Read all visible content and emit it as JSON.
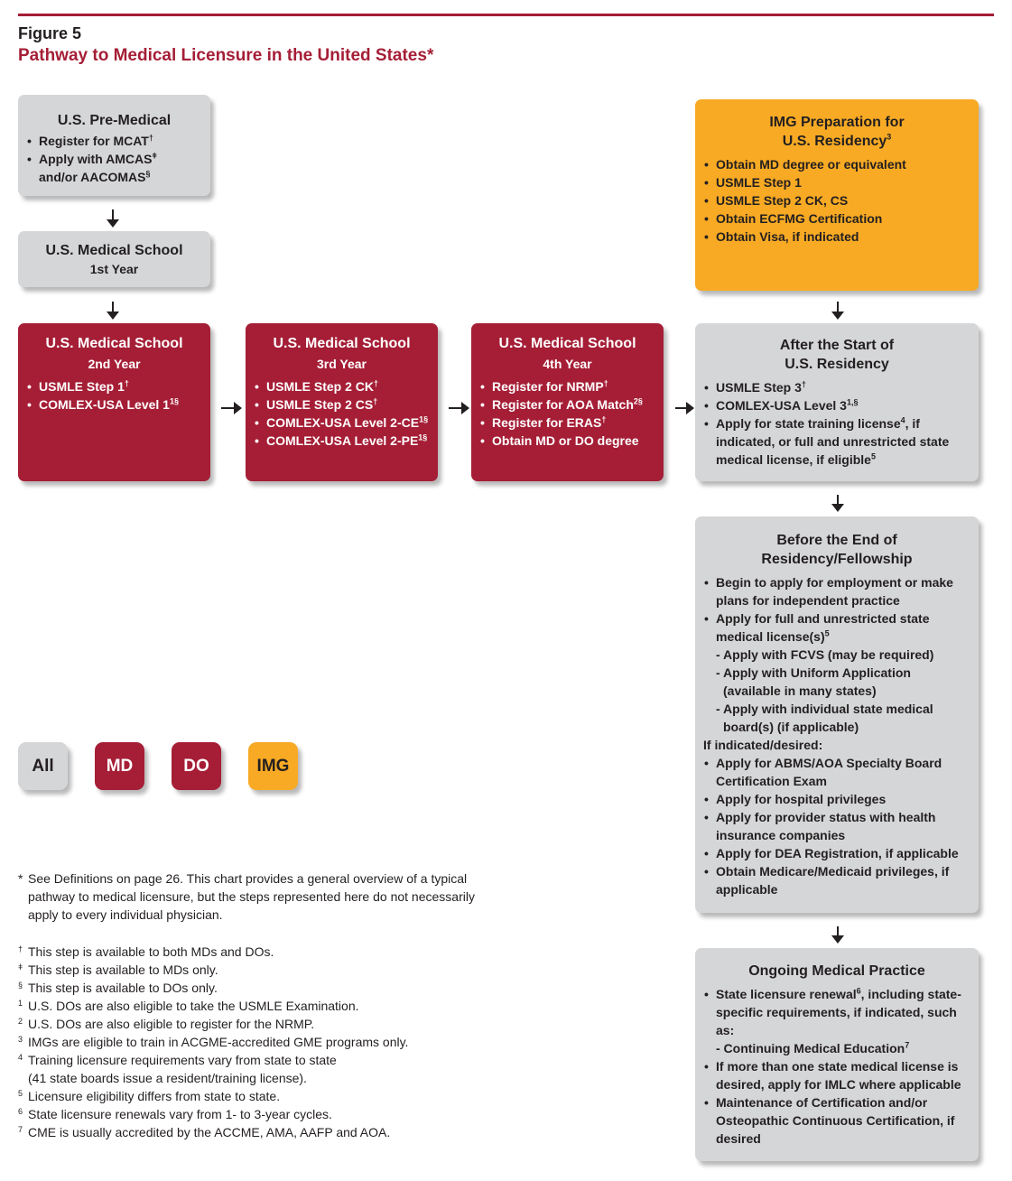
{
  "figure": {
    "label": "Figure 5",
    "title": "Pathway to Medical Licensure in the United States*"
  },
  "colors": {
    "accent_red": "#a51e36",
    "img_orange": "#f8aa24",
    "all_gray": "#d5d6d8"
  },
  "boxes": {
    "pre_medical": {
      "title": "U.S. Pre-Medical",
      "items": [
        "Register for MCAT",
        "Apply with AMCAS",
        "and/or AACOMAS"
      ],
      "marks": [
        "†",
        "ǂ",
        "§"
      ]
    },
    "first_year": {
      "title": "U.S. Medical School",
      "subtitle": "1st Year"
    },
    "second_year": {
      "title": "U.S. Medical School",
      "subtitle": "2nd Year",
      "items": [
        "USMLE Step 1",
        "COMLEX-USA Level 1"
      ],
      "marks": [
        "†",
        "1§"
      ]
    },
    "third_year": {
      "title": "U.S. Medical School",
      "subtitle": "3rd Year",
      "items": [
        "USMLE Step 2 CK",
        "USMLE Step 2 CS",
        "COMLEX-USA Level 2-CE",
        "COMLEX-USA Level 2-PE"
      ],
      "marks": [
        "†",
        "†",
        "1§",
        "1§"
      ]
    },
    "fourth_year": {
      "title": "U.S. Medical School",
      "subtitle": "4th Year",
      "items": [
        "Register for NRMP",
        "Register for AOA Match",
        "Register for ERAS",
        "Obtain MD or DO degree"
      ],
      "marks": [
        "†",
        "2§",
        "†"
      ]
    },
    "img_prep": {
      "title_line1": "IMG Preparation for",
      "title_line2": "U.S. Residency",
      "title_mark": "3",
      "items": [
        "Obtain MD degree or equivalent",
        "USMLE Step 1",
        "USMLE Step 2 CK, CS",
        "Obtain ECFMG Certification",
        "Obtain Visa, if indicated"
      ]
    },
    "after_start": {
      "title_line1": "After the Start of",
      "title_line2": "U.S. Residency",
      "items": [
        "USMLE Step 3",
        "COMLEX-USA Level 3",
        "Apply for state training license",
        ", if indicated, or full and unrestricted state medical license, if eligible"
      ],
      "marks": [
        "†",
        "1,§",
        "4",
        "5"
      ]
    },
    "before_end": {
      "title_line1": "Before the End of",
      "title_line2": "Residency/Fellowship",
      "items": [
        "Begin to apply for employment or make plans for independent practice",
        "Apply for full and unrestricted state medical license(s)",
        "- Apply with FCVS (may be required)",
        "- Apply with Uniform Application (available in many states)",
        "- Apply with individual state medical board(s) (if applicable)",
        "If indicated/desired:",
        "Apply for ABMS/AOA Specialty Board Certification Exam",
        "Apply for hospital privileges",
        "Apply for provider status with health insurance companies",
        "Apply for DEA Registration, if applicable",
        "Obtain Medicare/Medicaid privileges, if applicable"
      ],
      "marks": [
        "5"
      ]
    },
    "ongoing": {
      "title": "Ongoing Medical Practice",
      "items": [
        "State licensure renewal",
        ", including state-specific requirements, if indicated, such as:",
        "- Continuing Medical Education",
        "If more than one state medical license is desired, apply for IMLC where applicable",
        "Maintenance of Certification and/or Osteopathic Continuous Certification, if desired"
      ],
      "marks": [
        "6",
        "7"
      ]
    }
  },
  "legend": {
    "all": "All",
    "md": "MD",
    "do": "DO",
    "img": "IMG"
  },
  "notes": {
    "intro_star": "*",
    "intro": "See Definitions on page 26. This chart provides a general overview of a typical pathway to medical licensure, but the steps represented here do not necessarily apply to every individual physician.",
    "lines": [
      {
        "mark": "†",
        "text": "This step is available to both MDs and DOs."
      },
      {
        "mark": "ǂ",
        "text": "This step is available to MDs only."
      },
      {
        "mark": "§",
        "text": "This step is available to DOs only."
      },
      {
        "mark": "1",
        "text": "U.S. DOs are also eligible to take the USMLE Examination."
      },
      {
        "mark": "2",
        "text": "U.S. DOs are also eligible to register for the NRMP."
      },
      {
        "mark": "3",
        "text": "IMGs are eligible to train in ACGME-accredited GME programs only."
      },
      {
        "mark": "4",
        "text": "Training licensure requirements vary from state to state"
      },
      {
        "mark": "",
        "text": "(41 state boards issue a resident/training license)."
      },
      {
        "mark": "5",
        "text": "Licensure eligibility differs from state to state."
      },
      {
        "mark": "6",
        "text": "State licensure renewals vary from 1- to 3-year cycles."
      },
      {
        "mark": "7",
        "text": "CME is usually accredited by the ACCME, AMA, AAFP and AOA."
      }
    ]
  }
}
